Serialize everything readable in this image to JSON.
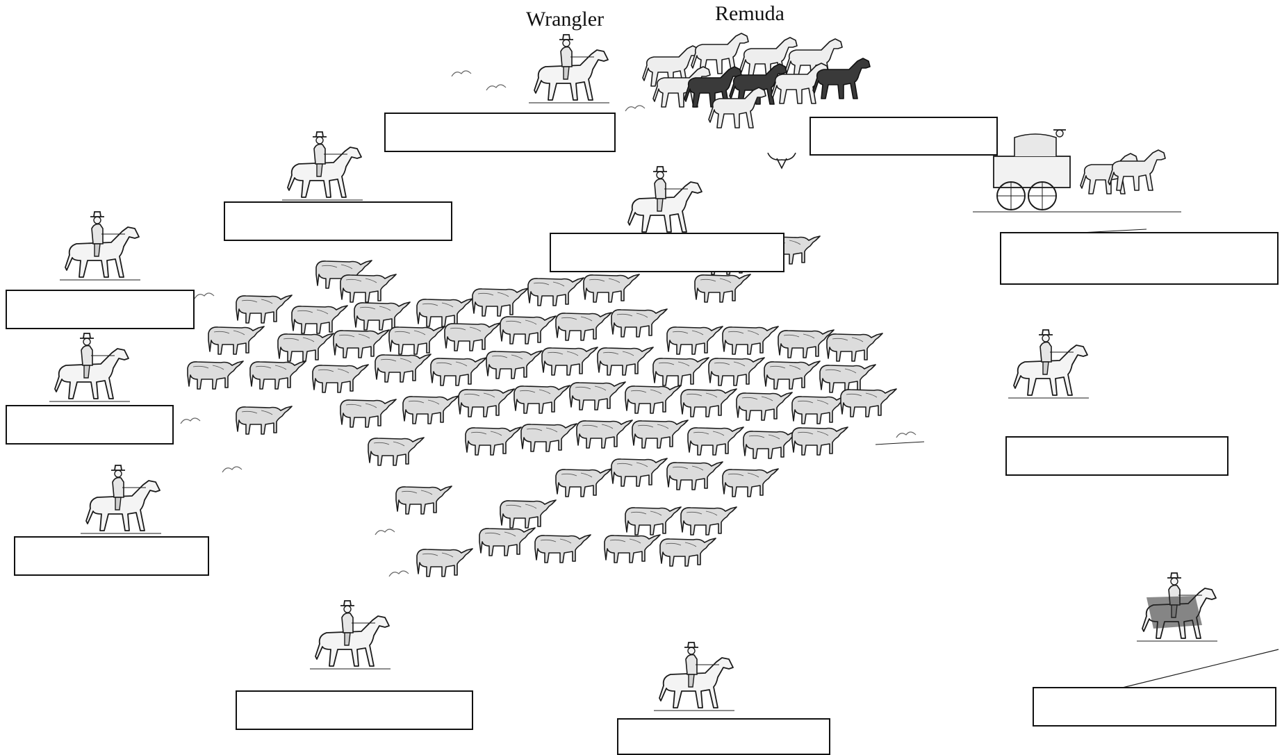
{
  "labels": {
    "wrangler": "Wrangler",
    "remuda": "Remuda"
  },
  "colors": {
    "ink": "#1a1a1a",
    "cattle_fill": "#d9d9d9",
    "horse_fill": "#f2f2f2",
    "dark_horse": "#2a2a2a",
    "box_border": "#111111"
  },
  "icons": {
    "rider": "cowboy-on-horse-icon",
    "cattle": "longhorn-steer-icon",
    "wagon": "chuck-wagon-icon",
    "loose_horse": "remuda-horse-icon"
  },
  "blanks": [
    {
      "name": "label-box-wrangler",
      "value": ""
    },
    {
      "name": "label-box-remuda",
      "value": ""
    },
    {
      "name": "label-box-left-point",
      "value": ""
    },
    {
      "name": "label-box-center-point",
      "value": ""
    },
    {
      "name": "label-box-cook",
      "value": ""
    },
    {
      "name": "label-box-left-swing",
      "value": ""
    },
    {
      "name": "label-box-left-flank",
      "value": ""
    },
    {
      "name": "label-box-left-drag",
      "value": ""
    },
    {
      "name": "label-box-right-flank",
      "value": ""
    },
    {
      "name": "label-box-bottom-left-drag",
      "value": ""
    },
    {
      "name": "label-box-bottom-center-drag",
      "value": ""
    },
    {
      "name": "label-box-trail-boss",
      "value": ""
    }
  ]
}
